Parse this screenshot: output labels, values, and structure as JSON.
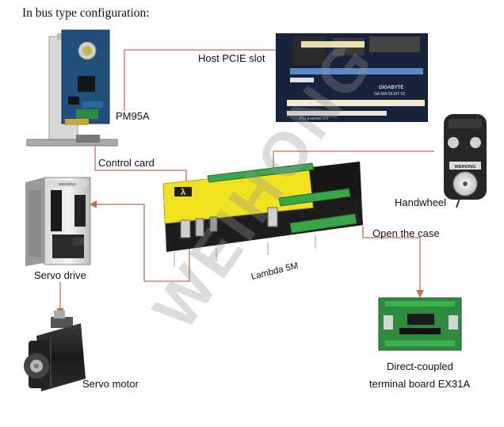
{
  "title": "In bus type configuration:",
  "labels": {
    "host_slot": "Host PCIE slot",
    "pm95a": "PM95A",
    "control_card": "Control card",
    "handwheel": "Handwheel",
    "open_case": "Open the case",
    "servo_drive": "Servo drive",
    "lambda": "Lambda 5M",
    "servo_motor": "Servo motor",
    "terminal_line1": "Direct-coupled",
    "terminal_line2": "terminal board EX31A"
  },
  "product_text": {
    "gigabyte": "GIGABYTE",
    "board_model": "GA-MA78LMT-S2",
    "pci_express": "PCI Express 2.0",
    "weihong_logo": "WEIHONG",
    "lambda_badge": "λ",
    "drive_brand": "WEIHONG"
  },
  "watermark": "WEIHONG",
  "colors": {
    "connector_line": "#c0704e",
    "lambda_body": "#f0e21e",
    "terminal_green": "#3aa64a",
    "pcb_blue": "#1f4f7a",
    "pcb_green": "#2e8a3e"
  }
}
